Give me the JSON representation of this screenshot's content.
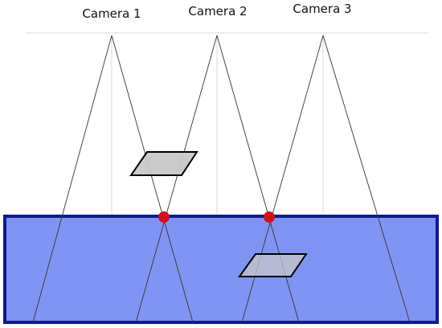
{
  "cameras": [
    {
      "label": "Camera 1"
    },
    {
      "label": "Camera 2"
    },
    {
      "label": "Camera 3"
    }
  ],
  "colors": {
    "background": "#ffffff",
    "ray_line": "#333333",
    "guide_line": "#d9d9d9",
    "surface_fill": "#7f94f2",
    "surface_border": "#0e1b8c",
    "object_fill": "#c8c8c8",
    "object_stroke": "#000000",
    "marker": "#cc1122"
  }
}
